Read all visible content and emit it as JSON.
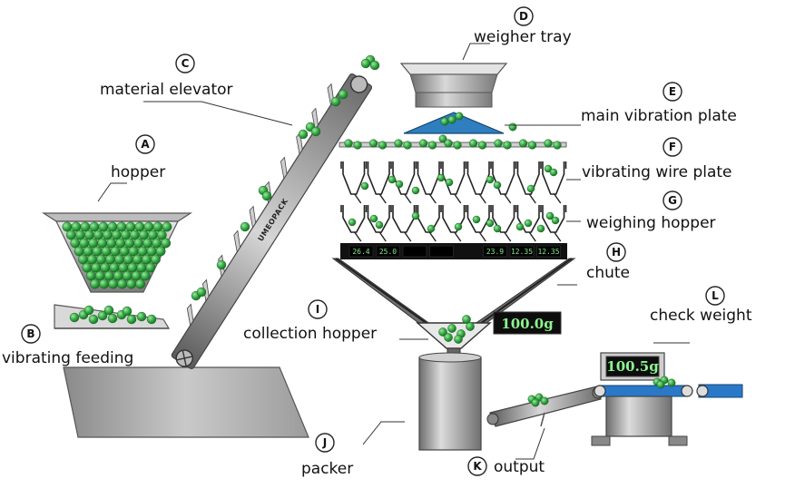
{
  "components": [
    {
      "letter": "A",
      "label": "hopper"
    },
    {
      "letter": "B",
      "label": "vibrating feeding"
    },
    {
      "letter": "C",
      "label": "material elevator"
    },
    {
      "letter": "D",
      "label": "weigher tray"
    },
    {
      "letter": "E",
      "label": "main vibration plate"
    },
    {
      "letter": "F",
      "label": "vibrating wire plate"
    },
    {
      "letter": "G",
      "label": "weighing hopper"
    },
    {
      "letter": "H",
      "label": "chute"
    },
    {
      "letter": "I",
      "label": "collection hopper"
    },
    {
      "letter": "J",
      "label": "packer"
    },
    {
      "letter": "K",
      "label": "output"
    },
    {
      "letter": "L",
      "label": "check weight"
    }
  ],
  "elevator_brand": "UMEOPACK",
  "weigh_displays": [
    "26.4",
    "25.0",
    "",
    "",
    "23.9",
    "12.35",
    "12.35"
  ],
  "collection_weight": "100.0g",
  "check_weight_reading": "100.5g",
  "colors": {
    "product": "#3aa845",
    "vibration_plate": "#2f7fc0",
    "belt": "#2a78c8",
    "metal": "#9a9a9a",
    "display_bg": "#0d0d0d"
  }
}
